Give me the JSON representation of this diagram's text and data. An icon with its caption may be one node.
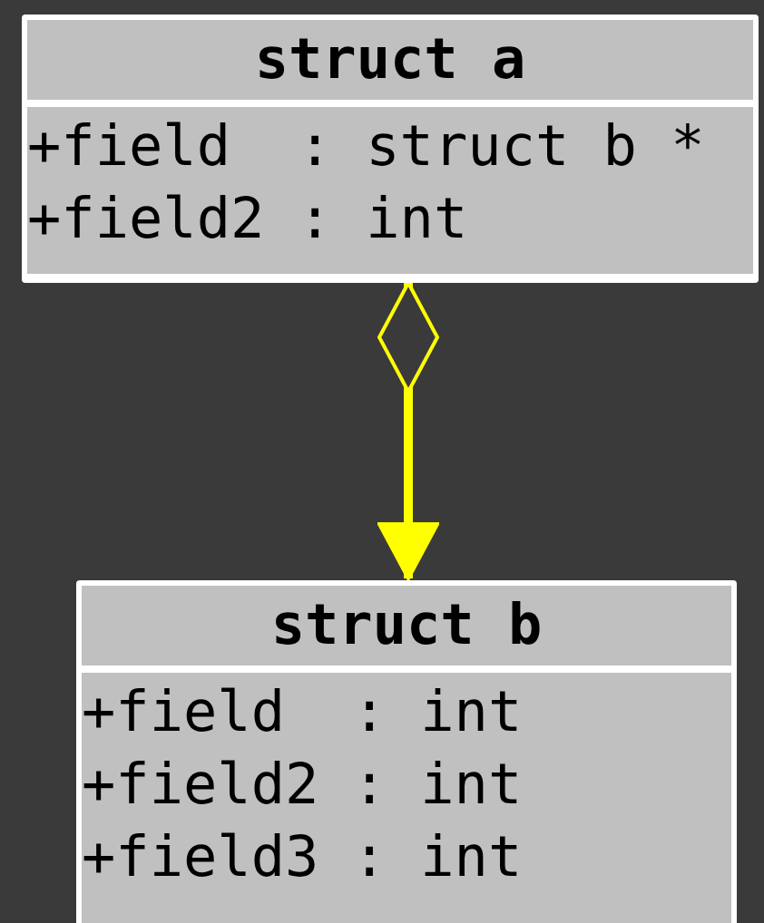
{
  "diagram": {
    "nodes": [
      {
        "text": [
          "struct a",
          "+field  : struct b *",
          "+field2 : int"
        ]
      },
      {
        "text": [
          "struct b",
          "+field  : int",
          "+field2 : int",
          "+field3 : int"
        ]
      }
    ],
    "edges": [
      {
        "from": 0,
        "to": 1,
        "arrow": "to",
        "color": "#ffff00"
      }
    ]
  }
}
